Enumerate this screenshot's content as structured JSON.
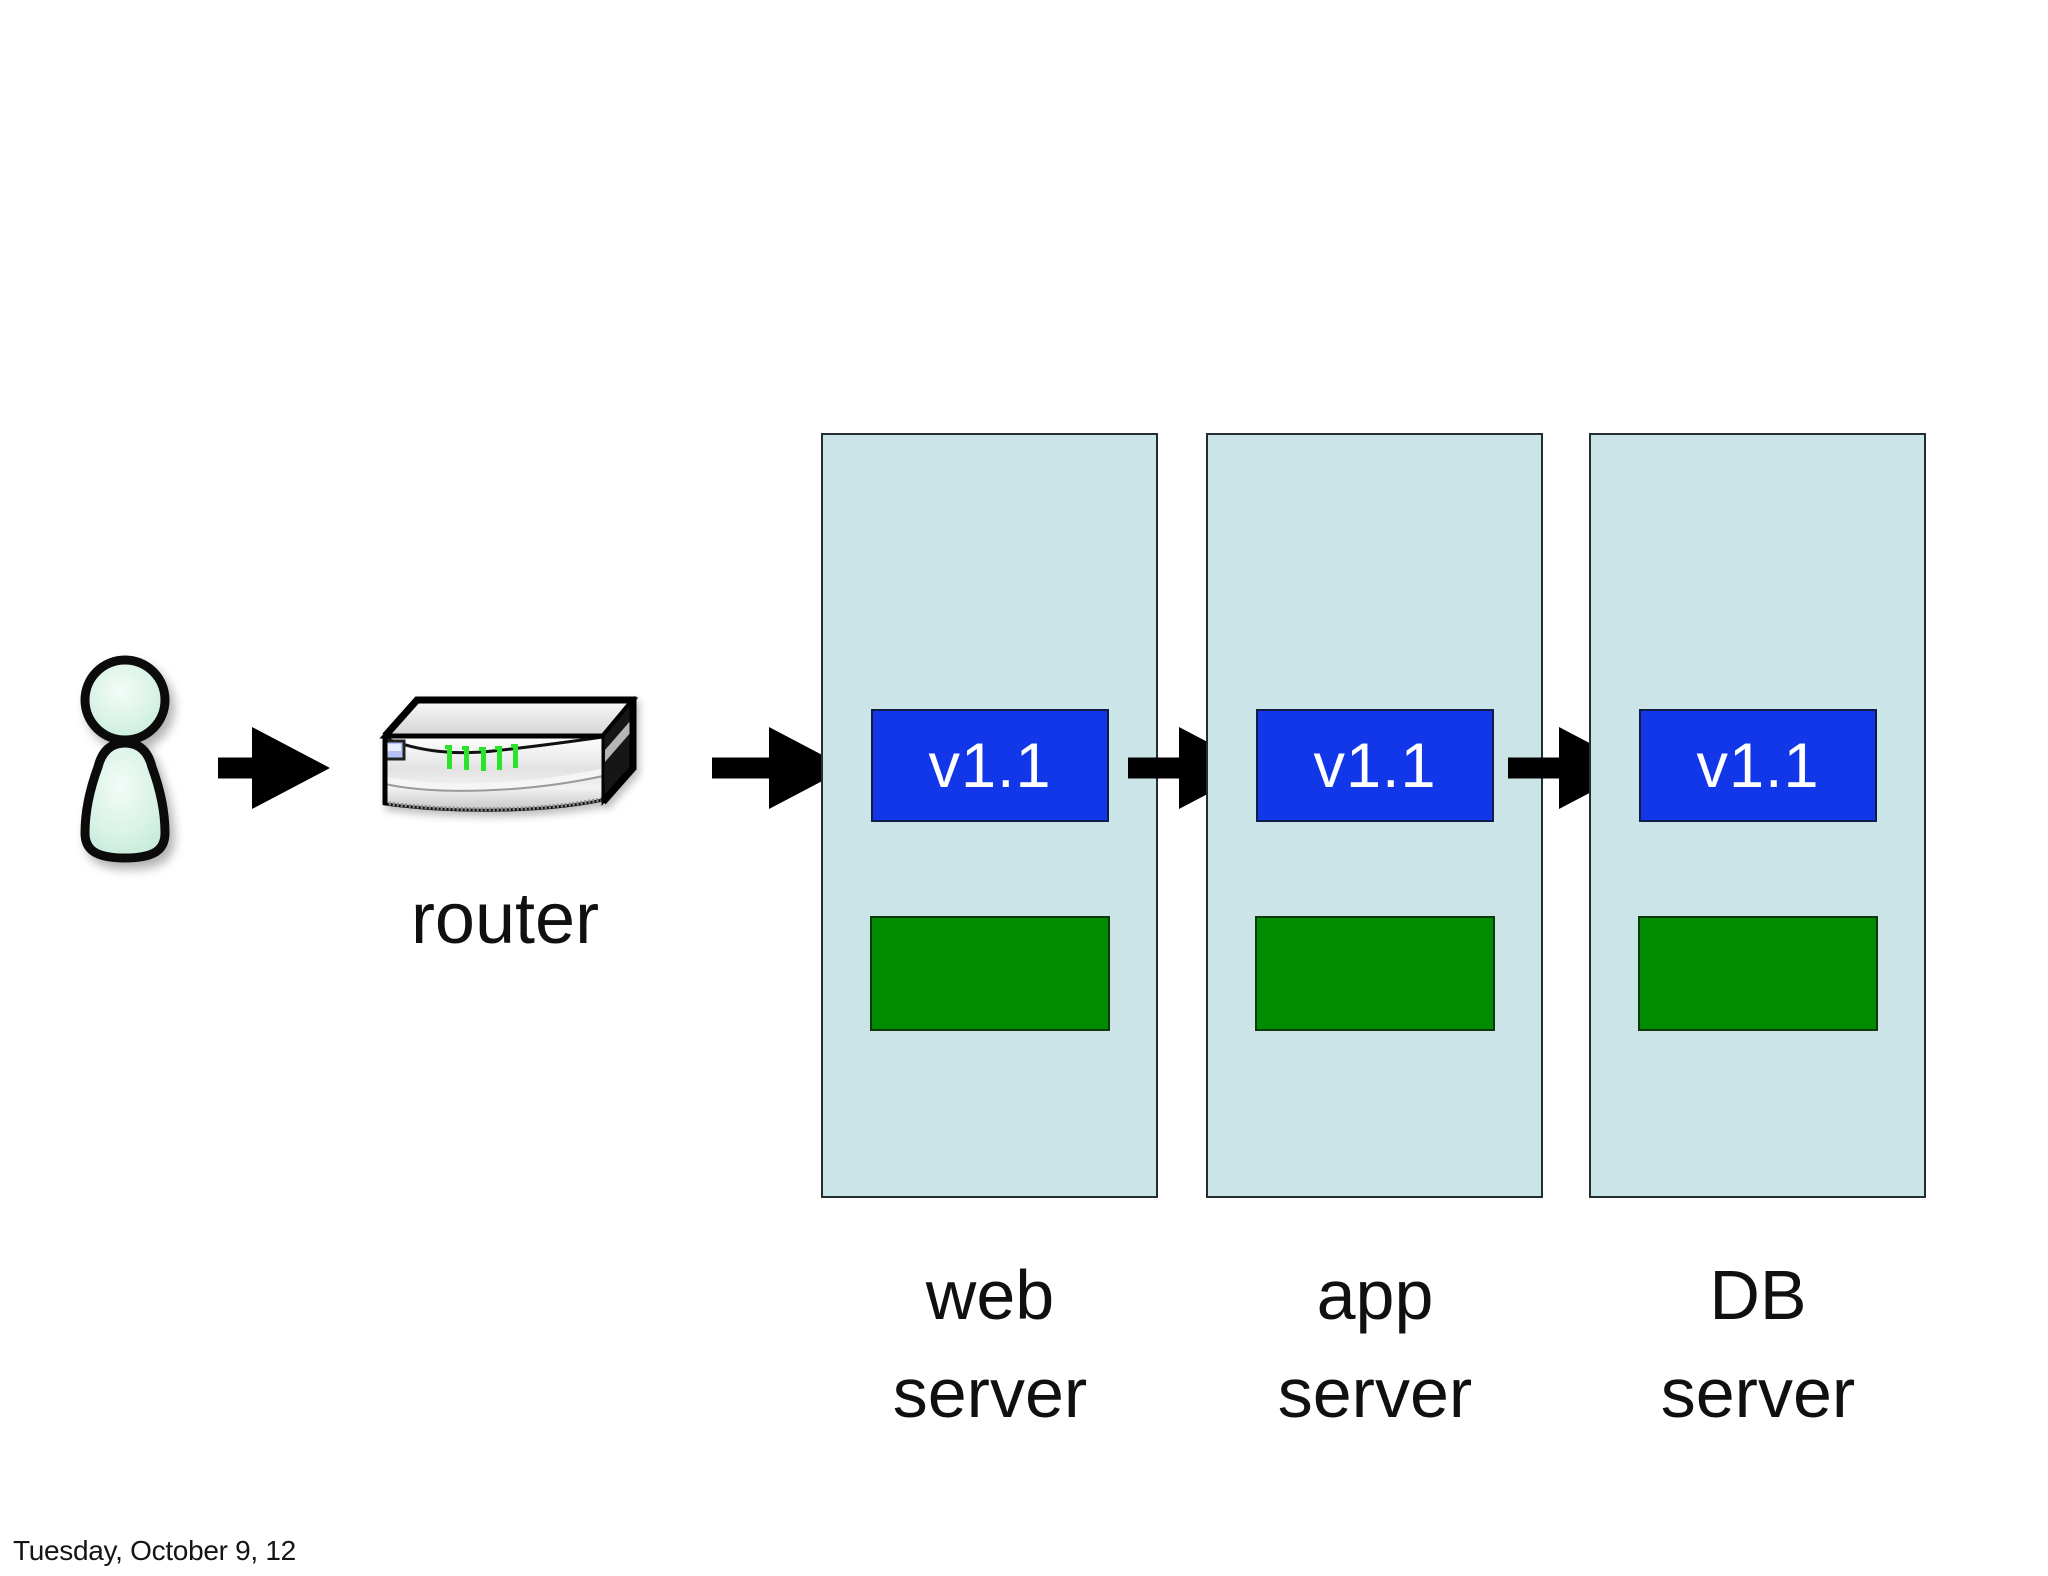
{
  "slide": {
    "footer_date": "Tuesday, October 9, 12",
    "router": {
      "label": "router"
    },
    "version_flow_arrows": 4,
    "tiers": [
      {
        "name": "web server",
        "label": "web\nserver",
        "version": "v1.1"
      },
      {
        "name": "app server",
        "label": "app\nserver",
        "version": "v1.1"
      },
      {
        "name": "DB server",
        "label": "DB\nserver",
        "version": "v1.1"
      }
    ],
    "icons": {
      "user": "user-icon",
      "router": "router-icon",
      "flow": "flow-arrow-icon"
    },
    "colors": {
      "background": "#ffffff",
      "tier_fill": "#cbe4e7",
      "tier_border": "#232e33",
      "version_fill": "#1237e8",
      "version_text": "#ffffff",
      "deployed_fill": "#008c00",
      "arrow": "#000000",
      "user_fill": "#d9f3e6",
      "router_led": "#2ce32c",
      "router_panel_light": "#b7c0f5",
      "text": "#101010"
    }
  }
}
